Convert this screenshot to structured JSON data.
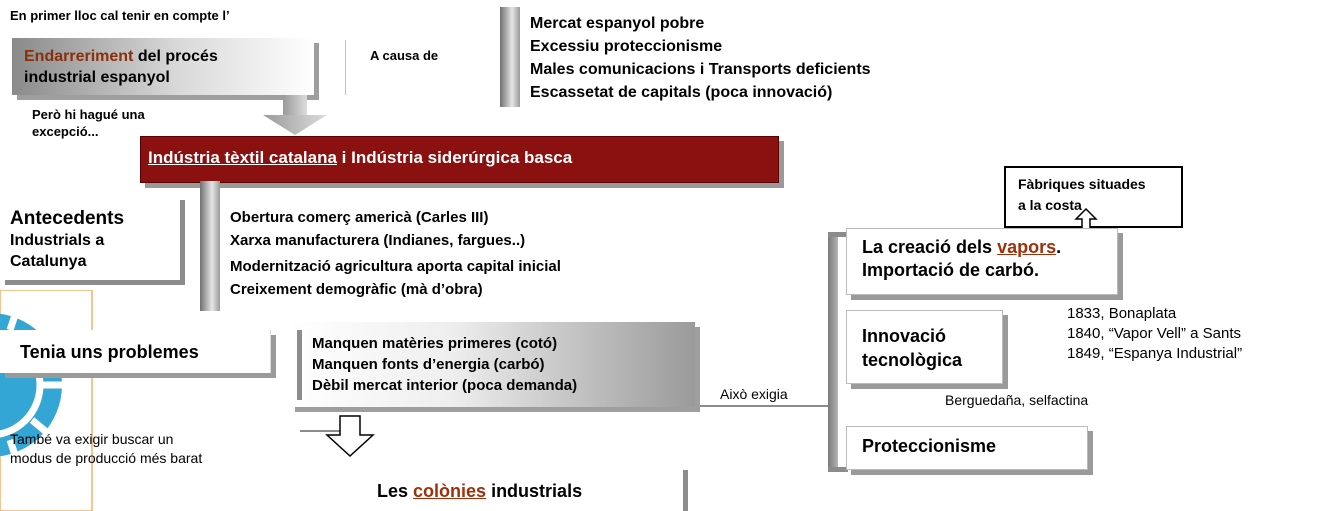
{
  "top_note": "En primer lloc cal tenir en compte l’",
  "delay_box": {
    "highlight": "Endarreriment",
    "rest1": " del procés",
    "rest2": "industrial espanyol"
  },
  "cause_label": "A causa de",
  "causes": [
    "Mercat espanyol pobre",
    "Excessiu proteccionisme",
    "Males comunicacions i Transports deficients",
    "Escassetat de capitals (poca innovació)"
  ],
  "exception_label": [
    "Però hi hagué una",
    "excepció..."
  ],
  "industry_box": {
    "link": "Indústria tèxtil catalana",
    "rest": " i Indústria siderúrgica basca"
  },
  "antecedents_label": [
    "Antecedents",
    "Industrials a",
    "Catalunya"
  ],
  "antecedents": [
    "Obertura comerç americà (Carles III)",
    "Xarxa manufacturera (Indianes, fargues..)",
    "Modernització agricultura aporta capital inicial",
    "Creixement demogràfic (mà d’obra)"
  ],
  "problems_label": "Tenia uns problemes",
  "problems": [
    "Manquen matèries primeres (cotó)",
    "Manquen fonts d’energia (carbó)",
    "Dèbil mercat interior (poca demanda)"
  ],
  "required_label": "Això exigia",
  "also_required": [
    "També  va exigir buscar un",
    "modus de producció més barat"
  ],
  "colonies": {
    "pre": "Les ",
    "link": "colònies",
    "post": " industrials"
  },
  "coast_box": [
    "Fàbriques situades",
    "a la costa"
  ],
  "steam_box": {
    "pre": "La creació dels ",
    "link": "vapors",
    "post": ".",
    "line2": "Importació de carbó."
  },
  "innovation_box": [
    "Innovació",
    "tecnològica"
  ],
  "innovation_dates": [
    "1833, Bonaplata",
    "1840, “Vapor Vell” a Sants",
    "1849, “Espanya Industrial”"
  ],
  "innovation_machines": "Berguedaña, selfactina",
  "protectionism_box": "Proteccionisme",
  "colors": {
    "accent_red": "#8b1010",
    "brown_text": "#8b2e0a",
    "logo_blue": "#2a9fd0"
  }
}
